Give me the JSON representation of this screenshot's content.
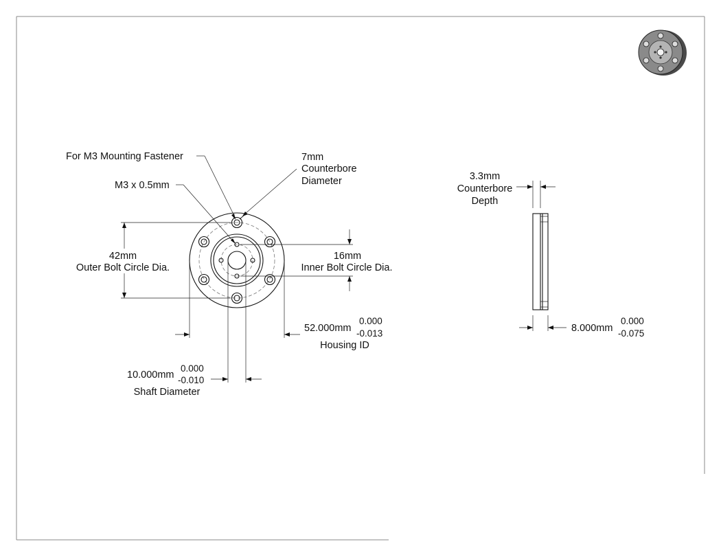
{
  "labels": {
    "fastener": "For M3 Mounting Fastener",
    "thread": "M3 x 0.5mm",
    "cb_dia_value": "7mm",
    "cb_dia_line1": "Counterbore",
    "cb_dia_line2": "Diameter",
    "outer_bc_value": "42mm",
    "outer_bc_label": "Outer Bolt Circle Dia.",
    "inner_bc_value": "16mm",
    "inner_bc_label": "Inner Bolt Circle Dia.",
    "housing_value": "52.000mm",
    "housing_tol_upper": "0.000",
    "housing_tol_lower": "-0.013",
    "housing_label": "Housing ID",
    "shaft_value": "10.000mm",
    "shaft_tol_upper": "0.000",
    "shaft_tol_lower": "-0.010",
    "shaft_label": "Shaft Diameter",
    "cb_depth_value": "3.3mm",
    "cb_depth_line1": "Counterbore",
    "cb_depth_line2": "Depth",
    "thickness_value": "8.000mm",
    "thickness_tol_upper": "0.000",
    "thickness_tol_lower": "-0.075"
  },
  "colors": {
    "line": "#111111",
    "hidden_line": "#777777",
    "iso_fill": "#8a8a8a",
    "border": "#888888"
  }
}
